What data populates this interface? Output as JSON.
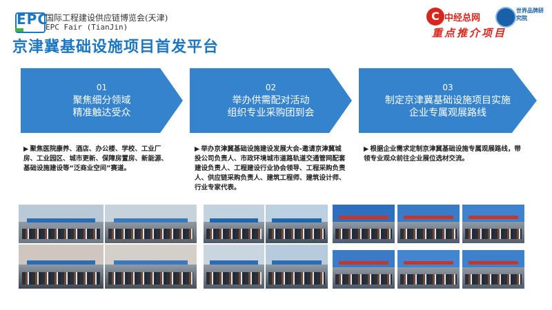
{
  "header": {
    "logo_text": "EPC",
    "fair_name_cn": "国际工程建设供应链博览会(天津)",
    "fair_name_en": "EPC Fair (TianJin)",
    "page_title": "京津冀基础设施项目首发平台"
  },
  "partners": {
    "zhongjing_mark": "C",
    "zhongjing_name": "中经总网",
    "world_brand_name": "世界品牌研究院",
    "slogan": "重点推介项目"
  },
  "steps": [
    {
      "num": "01",
      "line1": "聚焦细分领域",
      "line2": "精准触达受众"
    },
    {
      "num": "02",
      "line1": "举办供需配对活动",
      "line2": "组织专业采购团到会"
    },
    {
      "num": "03",
      "line1": "制定京津冀基础设施项目实施",
      "line2": "企业专属观展路线"
    }
  ],
  "descriptions": [
    {
      "marker": "▶",
      "text": "聚焦医院康养、酒店、办公楼、学校、工业厂房、工业园区、城市更新、保障房置房、新能源、基础设施建设等“泛商业空间”赛道。"
    },
    {
      "marker": "▶",
      "text": "举办京津冀基础设施建设发展大会-邀请京津冀城投公司负责人、市政环境城市道路轨道交通管网配套建设负责人、工程建设行业协会领导、工程采购负责人、供应链采购负责人、建筑工程师、建筑设计师、行业专家代表。"
    },
    {
      "marker": "▶",
      "text": "根据企业需求定制京津冀基础设施专属观展路线，带领专业观众前往企业展位选材交流。"
    }
  ],
  "colors": {
    "brand_blue": "#1c76c2",
    "arrow_blue": "#3483cc",
    "accent_red": "#d9261c",
    "accent_green": "#3db34a"
  },
  "icons": [
    "triangle-marker-icon",
    "globe-icon"
  ]
}
